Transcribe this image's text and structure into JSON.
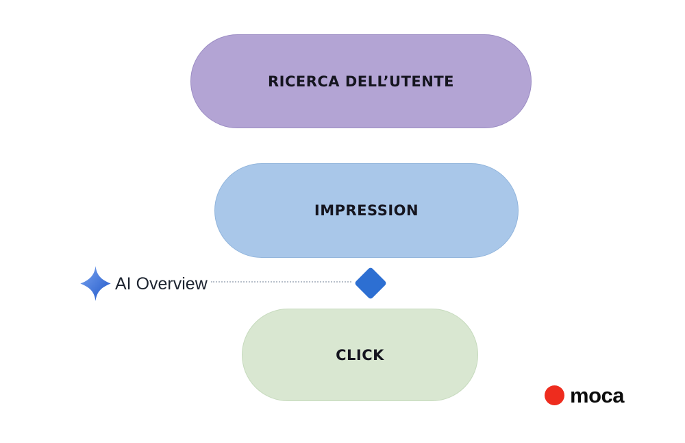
{
  "background": "#ffffff",
  "stage_text_color": "#15151f",
  "stages": [
    {
      "label": "RICERCA DELL’UTENTE",
      "fill": "#b3a4d4",
      "border": "#9c8dc4"
    },
    {
      "label": "IMPRESSION",
      "fill": "#a9c7e9",
      "border": "#92b5dc"
    },
    {
      "label": "CLICK",
      "fill": "#d9e7d1",
      "border": "#c6dabd"
    }
  ],
  "annotation": {
    "label": "AI Overview",
    "text_color": "#1d2430",
    "sparkle_gradient_start": "#7ba4f0",
    "sparkle_gradient_end": "#1e56c8",
    "connector_color": "#b7bfca",
    "diamond_color": "#2d6fd2"
  },
  "logo": {
    "text": "moca",
    "dot_color": "#ee2c1e",
    "text_color": "#0c0c0c"
  }
}
